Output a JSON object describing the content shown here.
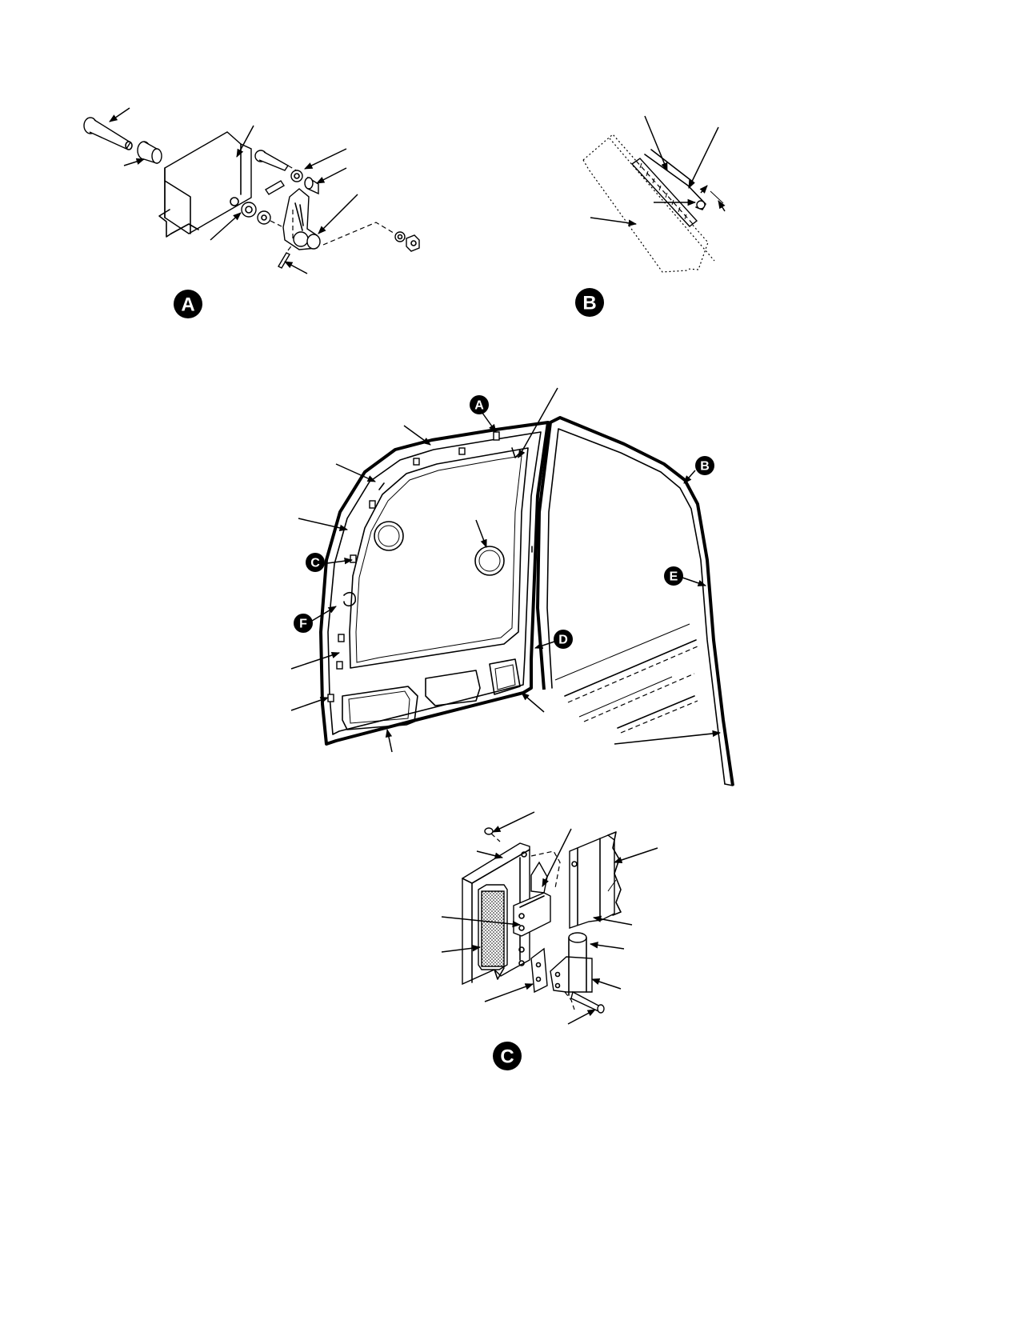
{
  "detail_views": [
    {
      "id": "detail-a",
      "label": "A"
    },
    {
      "id": "detail-b",
      "label": "B"
    },
    {
      "id": "detail-c",
      "label": "C"
    }
  ],
  "view_callouts": {
    "a": "A",
    "b": "B",
    "c": "C",
    "d": "D",
    "e": "E",
    "f": "F"
  }
}
